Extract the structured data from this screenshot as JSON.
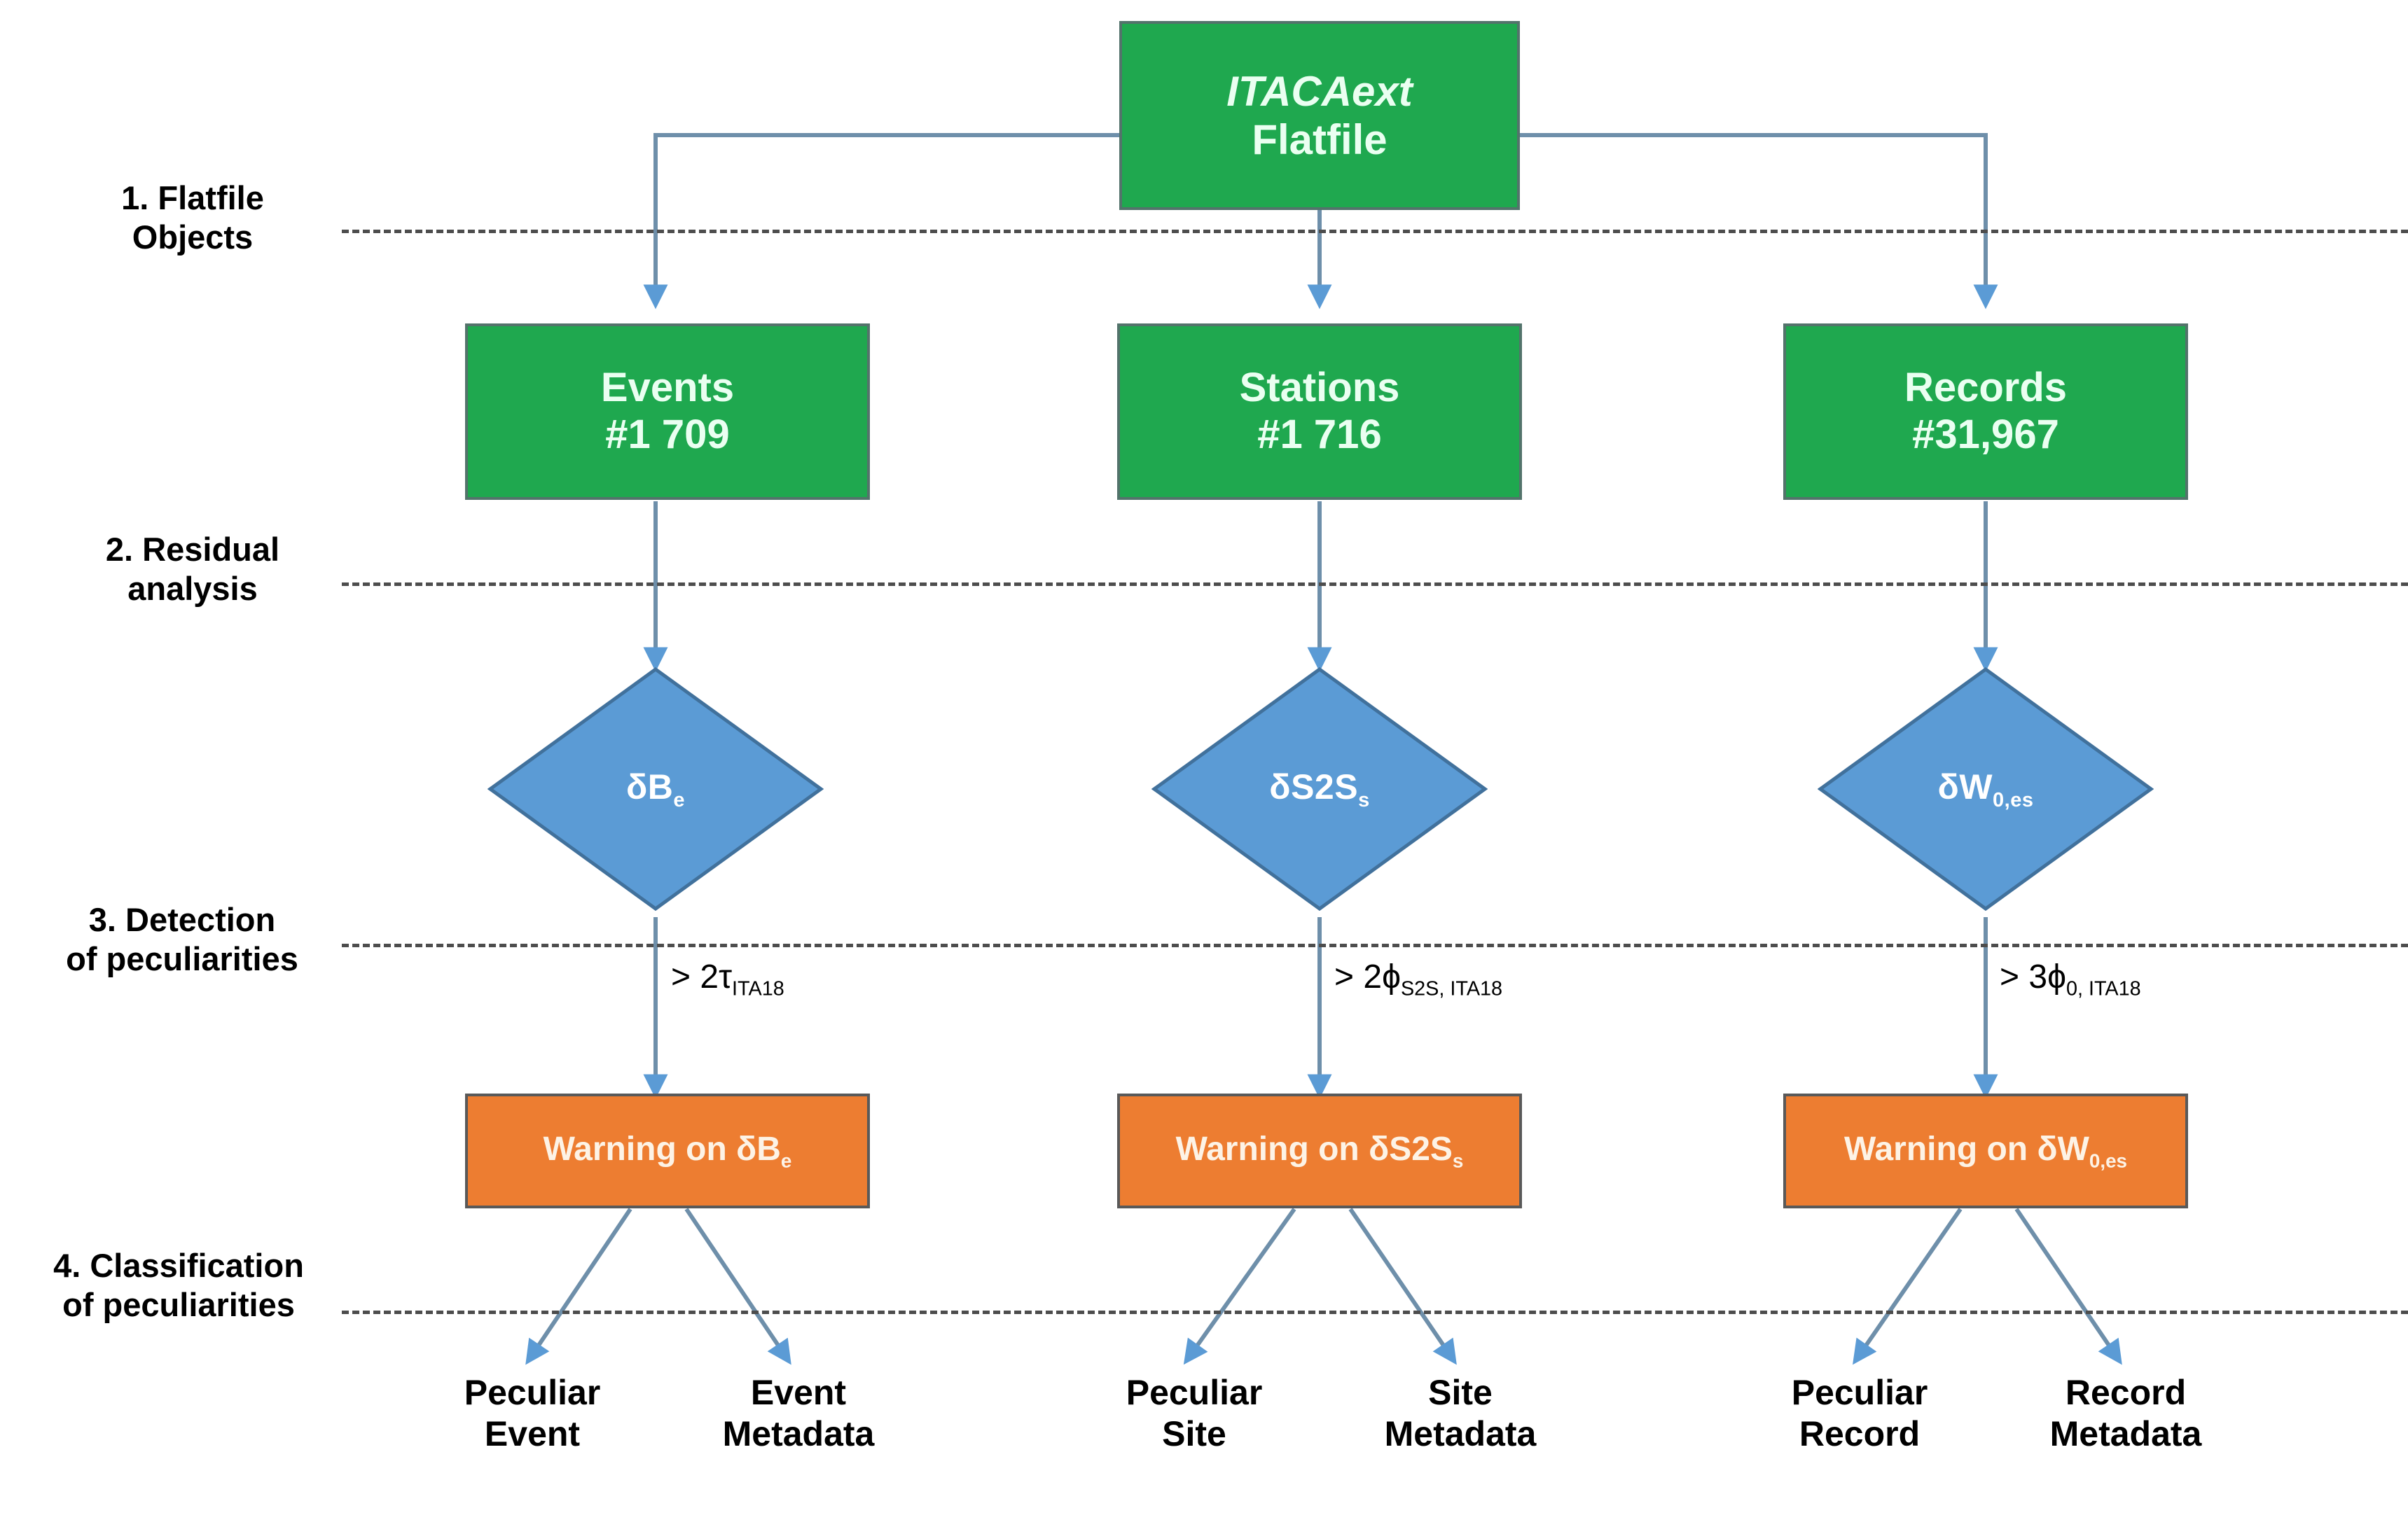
{
  "diagram": {
    "title_box": {
      "line1": "ITACAext",
      "line2": "Flatfile"
    },
    "stages": [
      {
        "id": "stage-1",
        "label": "1. Flatfile\nObjects"
      },
      {
        "id": "stage-2",
        "label": "2. Residual\nanalysis"
      },
      {
        "id": "stage-3",
        "label": "3. Detection\nof peculiarities"
      },
      {
        "id": "stage-4",
        "label": "4. Classification\nof peculiarities"
      }
    ],
    "objects": [
      {
        "id": "events",
        "name": "Events",
        "count": "#1 709"
      },
      {
        "id": "stations",
        "name": "Stations",
        "count": "#1 716"
      },
      {
        "id": "records",
        "name": "Records",
        "count": "#31,967"
      }
    ],
    "residuals": [
      {
        "id": "dBe",
        "base": "δB",
        "sub": "e"
      },
      {
        "id": "dS2Ss",
        "base": "δS2S",
        "sub": "s"
      },
      {
        "id": "dW0es",
        "base": "δW",
        "sub": "0,es"
      }
    ],
    "thresholds": [
      {
        "id": "thr-events",
        "base": "> 2τ",
        "sub": "ITA18"
      },
      {
        "id": "thr-stations",
        "base": "> 2ϕ",
        "sub": "S2S, ITA18"
      },
      {
        "id": "thr-records",
        "base": "> 3ϕ",
        "sub": "0, ITA18"
      }
    ],
    "warnings": [
      {
        "id": "warn-events",
        "prefix": "Warning on δB",
        "sub": "e"
      },
      {
        "id": "warn-stations",
        "prefix": "Warning on δS2S",
        "sub": "s"
      },
      {
        "id": "warn-records",
        "prefix": "Warning on δW",
        "sub": "0,es"
      }
    ],
    "outcomes": [
      {
        "id": "peculiar-event",
        "label": "Peculiar\nEvent"
      },
      {
        "id": "event-metadata",
        "label": "Event\nMetadata"
      },
      {
        "id": "peculiar-site",
        "label": "Peculiar\nSite"
      },
      {
        "id": "site-metadata",
        "label": "Site\nMetadata"
      },
      {
        "id": "peculiar-record",
        "label": "Peculiar\nRecord"
      },
      {
        "id": "record-metadata",
        "label": "Record\nMetadata"
      }
    ],
    "colors": {
      "green_fill": "#1fa84f",
      "green_border": "#53736b",
      "blue_fill": "#5B9BD5",
      "blue_border": "#41719C",
      "orange_fill": "#ED7D31",
      "orange_border": "#595959",
      "connector": "#6E8FAA",
      "separator": "#4d4d4d",
      "background": "#ffffff"
    }
  }
}
